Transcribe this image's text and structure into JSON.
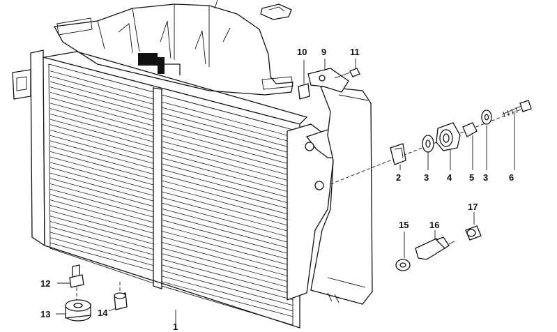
{
  "diagram": {
    "callouts": [
      {
        "id": "c1",
        "label": "1"
      },
      {
        "id": "c2",
        "label": "2"
      },
      {
        "id": "c3a",
        "label": "3"
      },
      {
        "id": "c4",
        "label": "4"
      },
      {
        "id": "c5",
        "label": "5"
      },
      {
        "id": "c3b",
        "label": "3"
      },
      {
        "id": "c6",
        "label": "6"
      },
      {
        "id": "c9",
        "label": "9"
      },
      {
        "id": "c10",
        "label": "10"
      },
      {
        "id": "c11",
        "label": "11"
      },
      {
        "id": "c12",
        "label": "12"
      },
      {
        "id": "c13",
        "label": "13"
      },
      {
        "id": "c14",
        "label": "14"
      },
      {
        "id": "c15",
        "label": "15"
      },
      {
        "id": "c16",
        "label": "16"
      },
      {
        "id": "c17",
        "label": "17"
      }
    ]
  }
}
